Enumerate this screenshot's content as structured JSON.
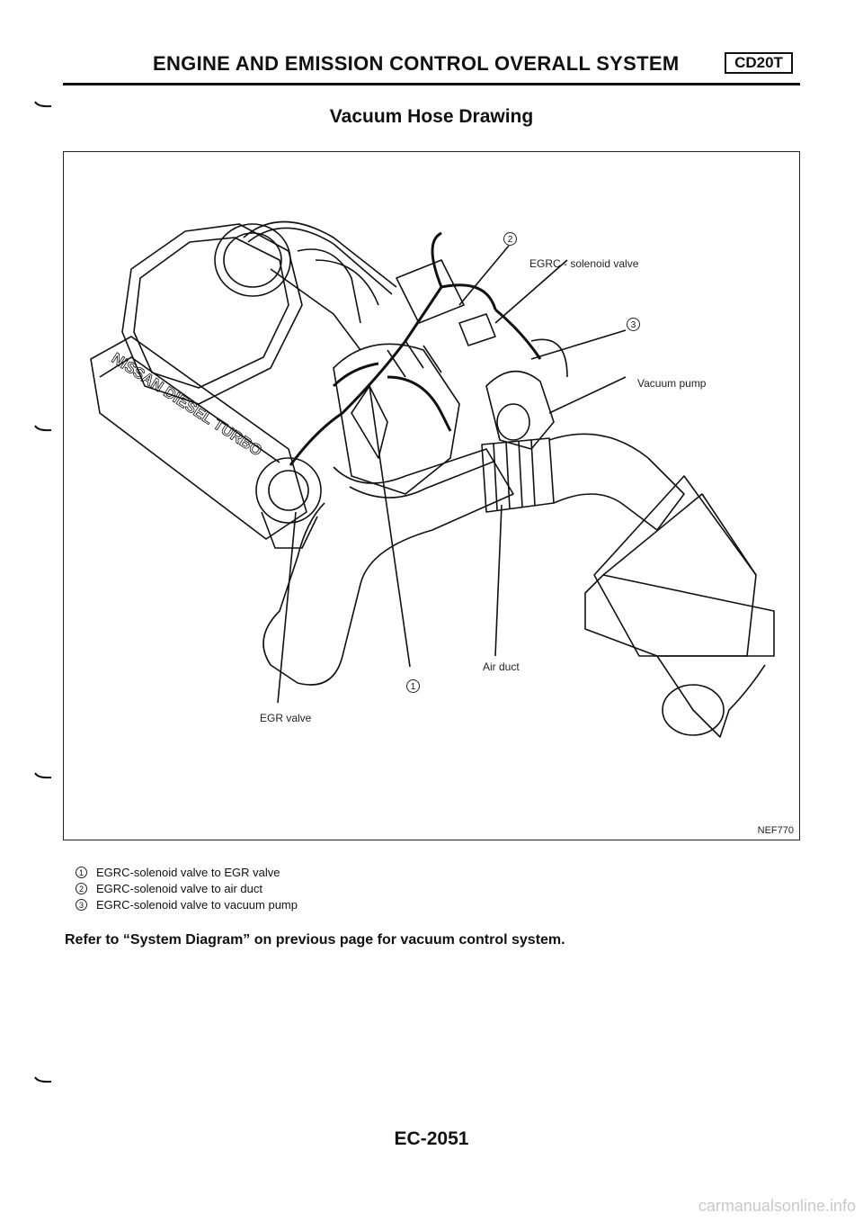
{
  "header": {
    "title": "ENGINE AND EMISSION CONTROL OVERALL SYSTEM",
    "model_badge": "CD20T"
  },
  "section_title": "Vacuum Hose Drawing",
  "figure": {
    "labels": {
      "egrc_valve": "EGRC - solenoid valve",
      "vacuum_pump": "Vacuum pump",
      "air_duct": "Air duct",
      "egr_valve": "EGR valve",
      "engine_brand": "NISSAN DIESEL TURBO"
    },
    "callouts": [
      "1",
      "2",
      "3"
    ],
    "code": "NEF770"
  },
  "legend": [
    {
      "num": "1",
      "text": "EGRC-solenoid valve to EGR valve"
    },
    {
      "num": "2",
      "text": "EGRC-solenoid valve to air duct"
    },
    {
      "num": "3",
      "text": "EGRC-solenoid valve to vacuum pump"
    }
  ],
  "note": "Refer to “System Diagram” on previous page for vacuum control system.",
  "page_number": "EC-2051",
  "watermark": "carmanualsonline.info"
}
